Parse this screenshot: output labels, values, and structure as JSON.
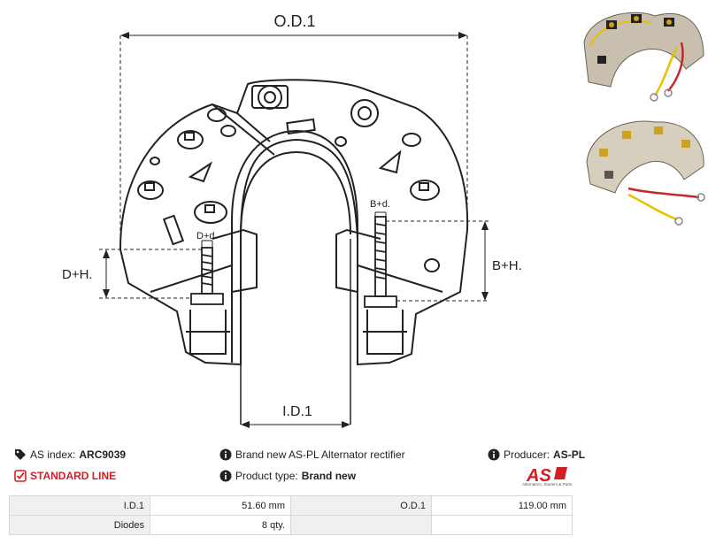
{
  "drawing": {
    "dim_od": "O.D.1",
    "dim_id": "I.D.1",
    "dim_dh": "D+H.",
    "dim_bh": "B+H.",
    "dim_dd": "D+d.",
    "dim_bd": "B+d."
  },
  "info": {
    "as_index_label": "AS index:",
    "as_index_value": "ARC9039",
    "description": "Brand new AS-PL Alternator rectifier",
    "producer_label": "Producer:",
    "producer_value": "AS-PL",
    "standard_line": "STANDARD LINE",
    "product_type_label": "Product type:",
    "product_type_value": "Brand new",
    "logo_text": "AS",
    "logo_tagline": "Alternators, Starters & Parts"
  },
  "params": [
    {
      "label1": "I.D.1",
      "value1": "51.60 mm",
      "label2": "O.D.1",
      "value2": "119.00 mm"
    },
    {
      "label1": "Diodes",
      "value1": "8 qty.",
      "label2": "",
      "value2": ""
    }
  ],
  "colors": {
    "accent": "#d21e25",
    "table_label_bg": "#f0f0f0"
  }
}
